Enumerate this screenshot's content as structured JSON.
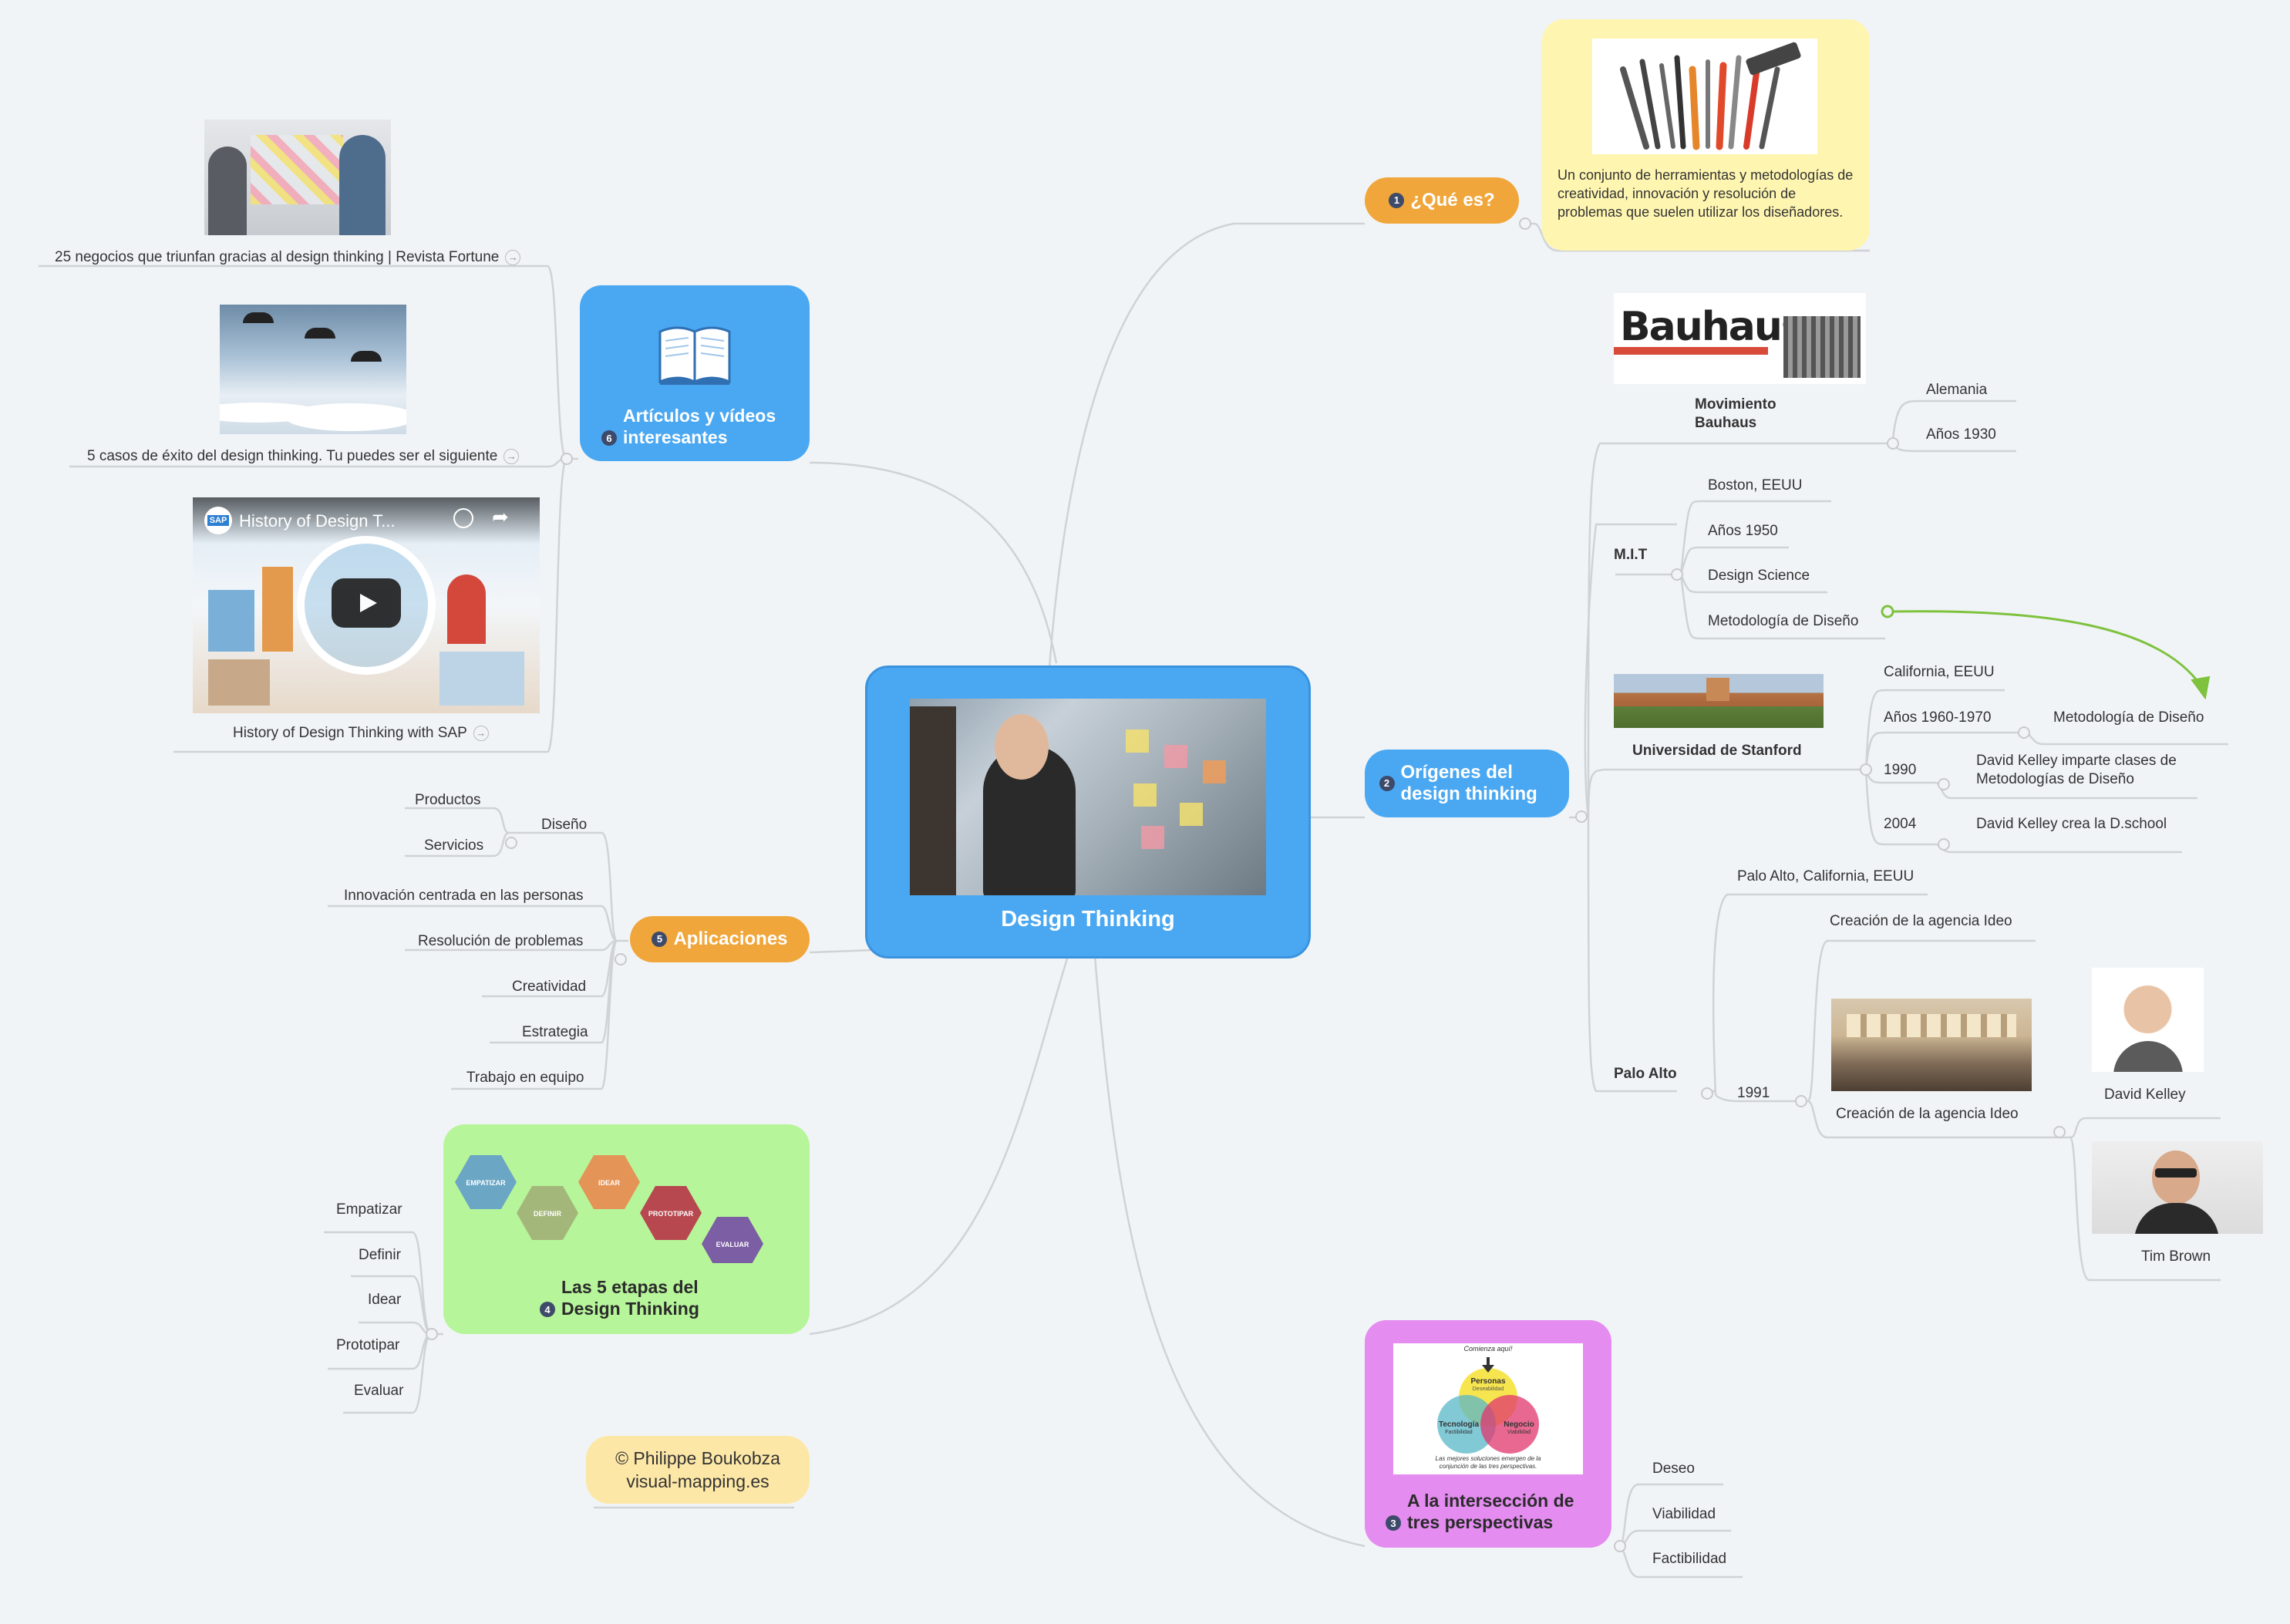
{
  "central": {
    "title": "Design Thinking"
  },
  "colors": {
    "blue": "#4aa8f2",
    "orange": "#f0a63a",
    "green": "#b7f59a",
    "pink": "#e48cf0",
    "yellow": "#fef5b0",
    "connector": "#cfd3d6",
    "arrow": "#7ec23d"
  },
  "que_es": {
    "num": "1",
    "label": "¿Qué es?",
    "description": "Un conjunto de herramientas y metodologías de creatividad, innovación y resolución de problemas que suelen utilizar los diseñadores."
  },
  "origenes": {
    "num": "2",
    "label": "Orígenes del design thinking",
    "bauhaus": {
      "logo_text": "Bauhaus",
      "label": "Movimiento Bauhaus",
      "items": [
        "Alemania",
        "Años 1930"
      ]
    },
    "mit": {
      "label": "M.I.T",
      "items": [
        "Boston, EEUU",
        "Años 1950",
        "Design Science",
        "Metodología de Diseño"
      ]
    },
    "stanford": {
      "label": "Universidad de Stanford",
      "items": [
        "California, EEUU",
        "Años 1960-1970",
        "Metodología de Diseño",
        "1990",
        "David Kelley imparte clases de Metodologías de Diseño",
        "2004",
        "David Kelley crea la D.school"
      ]
    },
    "palo_alto": {
      "label": "Palo Alto",
      "place": "Palo Alto, California, EEUU",
      "agency": "Creación de la agencia Ideo",
      "year": "1991",
      "agency2": "Creación de la agencia Ideo",
      "people": [
        "David Kelley",
        "Tim Brown"
      ]
    }
  },
  "interseccion": {
    "num": "3",
    "label": "A la intersección de tres perspectivas",
    "items": [
      "Deseo",
      "Viabilidad",
      "Factibilidad"
    ],
    "venn": {
      "top": "Comienza aquí!",
      "personas": "Personas",
      "personas_sub": "Deseabilidad",
      "tecnologia": "Tecnología",
      "tecnologia_sub": "Factibilidad",
      "negocio": "Negocio",
      "negocio_sub": "Viabilidad",
      "bottom": "Las mejores soluciones emergen de la conjunción de las tres perspectivas."
    }
  },
  "etapas": {
    "num": "4",
    "label": "Las 5 etapas del Design Thinking",
    "items": [
      "Empatizar",
      "Definir",
      "Idear",
      "Prototipar",
      "Evaluar"
    ],
    "hexes": [
      "EMPATIZAR",
      "DEFINIR",
      "IDEAR",
      "PROTOTIPAR",
      "EVALUAR"
    ]
  },
  "aplicaciones": {
    "num": "5",
    "label": "Aplicaciones",
    "diseno": {
      "label": "Diseño",
      "items": [
        "Productos",
        "Servicios"
      ]
    },
    "items": [
      "Innovación centrada en las personas",
      "Resolución de problemas",
      "Creatividad",
      "Estrategia",
      "Trabajo en equipo"
    ]
  },
  "articulos": {
    "num": "6",
    "label": "Artículos y vídeos interesantes",
    "links": [
      "25 negocios que triunfan gracias al design thinking | Revista Fortune",
      "5 casos de éxito del design thinking. Tu puedes ser el siguiente",
      "History of Design Thinking with SAP"
    ],
    "video": {
      "brand": "SAP",
      "title": "History of Design T..."
    }
  },
  "credit": {
    "line1": "© Philippe Boukobza",
    "line2": "visual-mapping.es"
  }
}
